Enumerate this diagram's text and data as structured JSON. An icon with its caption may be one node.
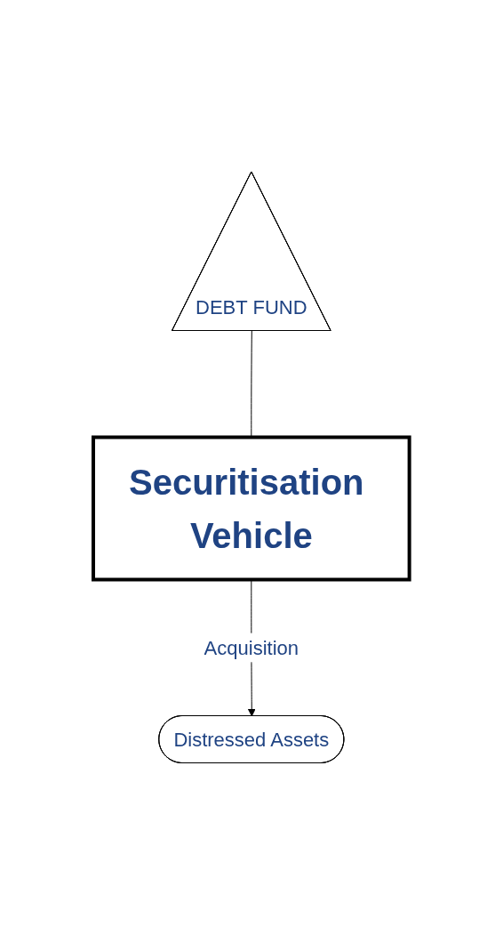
{
  "diagram": {
    "nodes": [
      {
        "text": [
          "DEBT FUND"
        ]
      },
      {
        "text": [
          "Securitisation Vehicle"
        ]
      },
      {
        "text": [
          "Distressed Assets"
        ]
      }
    ],
    "edges": [
      {
        "from": 0,
        "to": 1,
        "arrow": "none"
      },
      {
        "from": 1,
        "to": 2,
        "arrow": "to",
        "label": "Acquisition"
      }
    ]
  }
}
